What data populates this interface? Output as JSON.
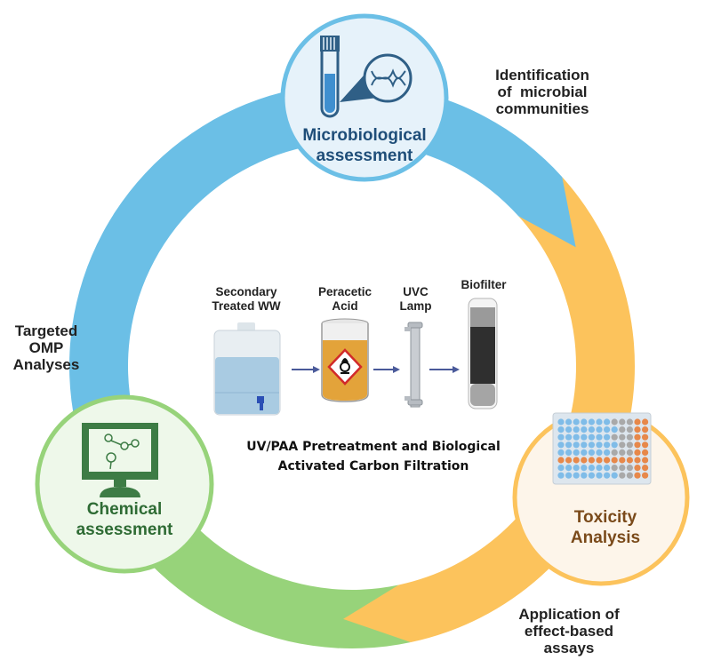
{
  "diagram": {
    "title": "UV/PAA Pretreatment and Biological Activated Carbon Filtration",
    "caption_lines": [
      "UV/PAA Pretreatment and Biological",
      "Activated Carbon Filtration"
    ],
    "colors": {
      "blue_arc": "#6bbfe6",
      "orange_arc": "#fcc35c",
      "green_arc": "#97d37a",
      "micro_circle_fill": "#e6f2fa",
      "micro_circle_border": "#6bbfe6",
      "micro_text": "#1f4e79",
      "chem_circle_fill": "#eef8ea",
      "chem_circle_border": "#97d37a",
      "chem_text": "#2e6b34",
      "tox_circle_fill": "#fdf5ea",
      "tox_circle_border": "#fcc35c",
      "tox_text": "#7a4a1a",
      "flow_arrow": "#4a5a9a"
    },
    "cycle_nodes": [
      {
        "id": "micro",
        "title_lines": [
          "Microbiological",
          "assessment"
        ],
        "icon": "test-tube-dna-icon"
      },
      {
        "id": "tox",
        "title_lines": [
          "Toxicity",
          "Analysis"
        ],
        "icon": "well-plate-icon"
      },
      {
        "id": "chem",
        "title_lines": [
          "Chemical",
          "assessment"
        ],
        "icon": "computer-molecule-icon"
      }
    ],
    "side_labels": {
      "identification": [
        "Identification",
        "of  microbial",
        "communities"
      ],
      "targeted": [
        "Targeted",
        "OMP",
        "Analyses"
      ],
      "application": [
        "Application of",
        "effect-based",
        "assays"
      ]
    },
    "process_steps": [
      {
        "label_lines": [
          "Secondary",
          "Treated WW"
        ],
        "icon": "water-jug-icon"
      },
      {
        "label_lines": [
          "Peracetic",
          "Acid"
        ],
        "icon": "oxidizer-beaker-icon"
      },
      {
        "label_lines": [
          "UVC",
          "Lamp"
        ],
        "icon": "uv-lamp-icon"
      },
      {
        "label_lines": [
          "Biofilter"
        ],
        "icon": "biofilter-column-icon"
      }
    ]
  }
}
